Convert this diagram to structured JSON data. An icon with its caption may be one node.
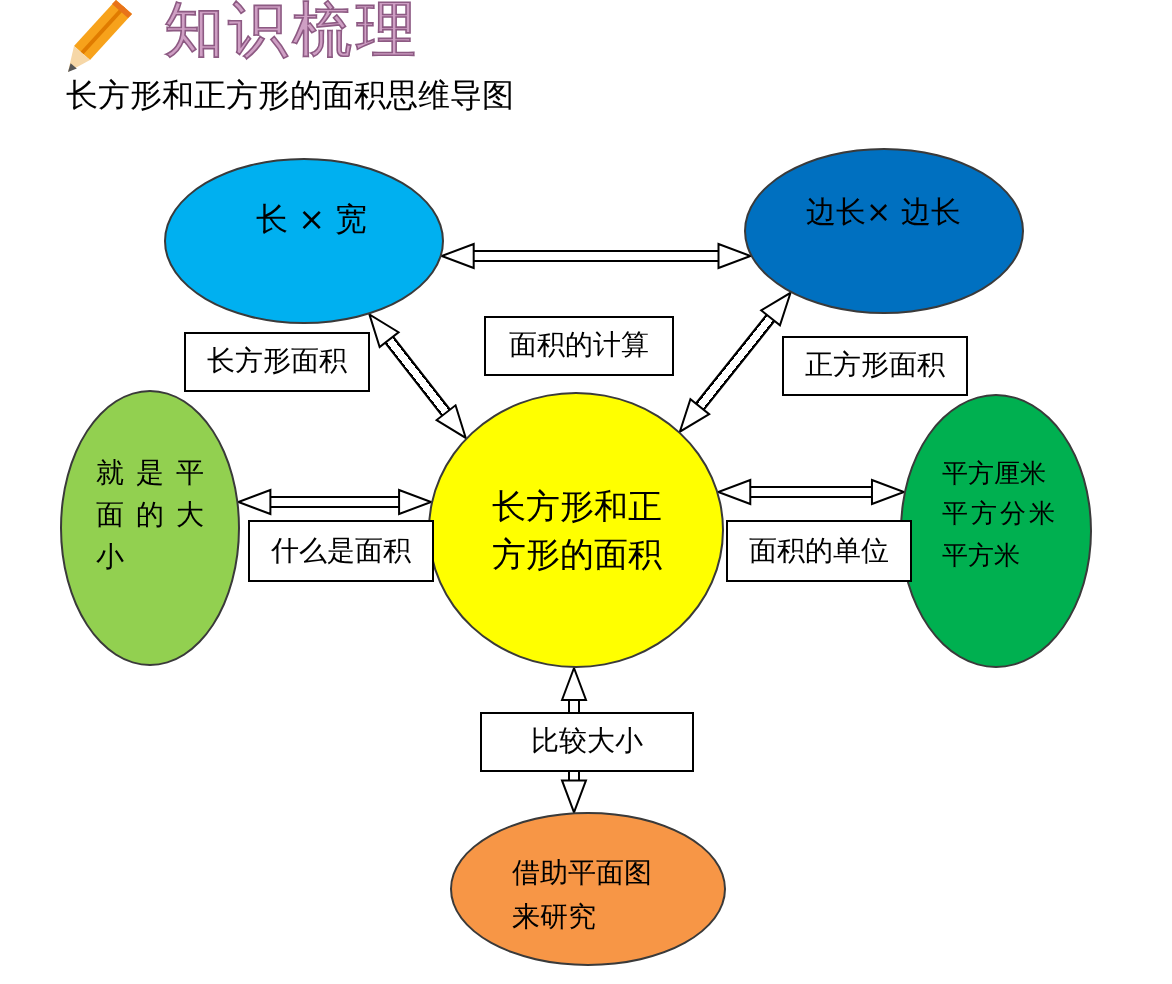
{
  "diagram": {
    "title": "长方形和正方形的面积思维导图",
    "nodes": [
      {
        "text": [
          "长 × 宽"
        ]
      },
      {
        "text": [
          "边长× 边长"
        ]
      },
      {
        "text": [
          "面积的计算"
        ]
      },
      {
        "text": [
          "长方形面积"
        ]
      },
      {
        "text": [
          "正方形面积"
        ]
      },
      {
        "text": [
          "就是平面的大小"
        ]
      },
      {
        "text": [
          "长方形和正方形的面积"
        ]
      },
      {
        "text": [
          "平方厘米",
          "平方分米",
          "平方米"
        ]
      },
      {
        "text": [
          "什么是面积"
        ]
      },
      {
        "text": [
          "面积的单位"
        ]
      },
      {
        "text": [
          "比较大小"
        ]
      },
      {
        "text": [
          "借助平面图来研究"
        ]
      }
    ],
    "edges": [
      {
        "from": 0,
        "to": 1,
        "arrow": "both"
      },
      {
        "from": 0,
        "to": 6,
        "arrow": "both"
      },
      {
        "from": 6,
        "to": 1,
        "arrow": "both"
      },
      {
        "from": 5,
        "to": 6,
        "arrow": "both"
      },
      {
        "from": 6,
        "to": 7,
        "arrow": "both"
      },
      {
        "from": 10,
        "to": 6,
        "arrow": "to"
      },
      {
        "from": 10,
        "to": 11,
        "arrow": "to"
      }
    ],
    "labels": [
      "知识梳理"
    ]
  }
}
